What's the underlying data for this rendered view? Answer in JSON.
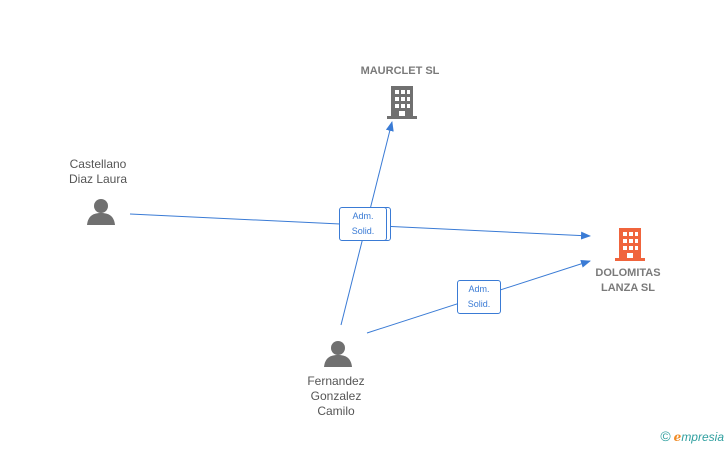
{
  "nodes": {
    "maurclet": {
      "name_lines": [
        "MAURCLET SL"
      ],
      "icon": "building-icon",
      "color": "#707070"
    },
    "dolomitas": {
      "name_lines": [
        "DOLOMITAS",
        "LANZA  SL"
      ],
      "icon": "building-icon",
      "color": "#f0643c"
    },
    "castellano": {
      "name_lines": [
        "Castellano",
        "Diaz Laura"
      ],
      "icon": "person-icon",
      "color": "#707070"
    },
    "fernandez": {
      "name_lines": [
        "Fernandez",
        "Gonzalez",
        "Camilo"
      ],
      "icon": "person-icon",
      "color": "#707070"
    }
  },
  "edges": [
    {
      "from": "castellano",
      "to": "dolomitas",
      "label_lines": [
        "Adm.",
        "Solid."
      ]
    },
    {
      "from": "fernandez",
      "to": "maurclet",
      "label_lines": [
        "Adm.",
        "Solid."
      ]
    },
    {
      "from": "fernandez",
      "to": "dolomitas",
      "label_lines": [
        "Adm.",
        "Solid."
      ]
    }
  ],
  "edge_color": "#3a7bd5",
  "brand": {
    "copyright_symbol": "©",
    "e_letter": "e",
    "rest": "mpresia"
  }
}
